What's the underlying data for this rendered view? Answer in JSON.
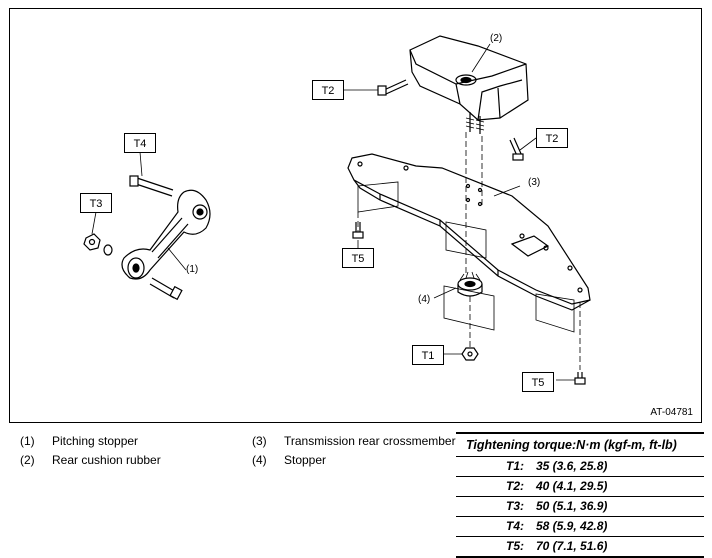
{
  "figure": {
    "id": "AT-04781",
    "callouts": {
      "t2_top": "T2",
      "t2_right": "T2",
      "t4": "T4",
      "t3": "T3",
      "t5_left": "T5",
      "t1": "T1",
      "t5_right": "T5"
    },
    "part_numbers": {
      "p1": "(1)",
      "p2": "(2)",
      "p3": "(3)",
      "p4": "(4)"
    }
  },
  "legend": [
    {
      "num": "(1)",
      "label": "Pitching stopper"
    },
    {
      "num": "(2)",
      "label": "Rear cushion rubber"
    },
    {
      "num": "(3)",
      "label": "Transmission rear crossmember"
    },
    {
      "num": "(4)",
      "label": "Stopper"
    }
  ],
  "torque": {
    "heading": "Tightening torque:N·m (kgf-m, ft-lb)",
    "rows": [
      {
        "key": "T1:",
        "value": "35 (3.6, 25.8)"
      },
      {
        "key": "T2:",
        "value": "40 (4.1, 29.5)"
      },
      {
        "key": "T3:",
        "value": "50 (5.1, 36.9)"
      },
      {
        "key": "T4:",
        "value": "58 (5.9, 42.8)"
      },
      {
        "key": "T5:",
        "value": "70 (7.1, 51.6)"
      }
    ]
  }
}
